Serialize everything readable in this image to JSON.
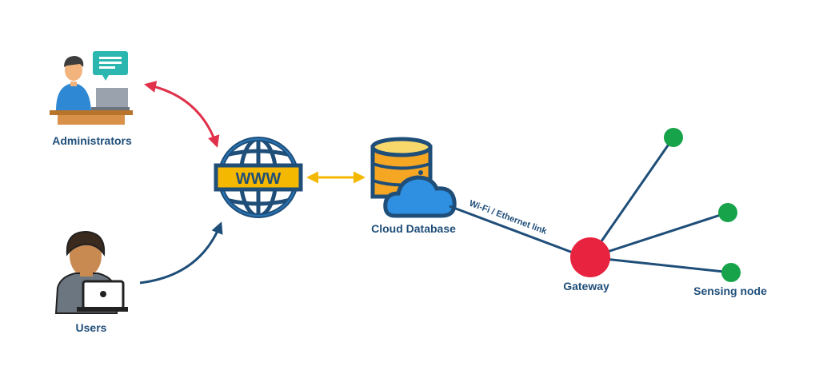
{
  "nodes": {
    "administrators": "Administrators",
    "users": "Users",
    "cloud_database": "Cloud Database",
    "gateway": "Gateway",
    "sensing_node": "Sensing node"
  },
  "links": {
    "wifi_ethernet": "Wi-Fi / Ethernet link"
  },
  "globe_text": "WWW",
  "colors": {
    "navy": "#1f4e79",
    "red_arrow": "#e0304a",
    "yellow_arrow": "#f5b800",
    "gateway": "#e8233f",
    "sensing_node": "#16a34a",
    "cloud": "#2f8fe0"
  },
  "icons": [
    "admin-person-icon",
    "user-person-icon",
    "globe-www-icon",
    "database-icon",
    "cloud-icon"
  ]
}
